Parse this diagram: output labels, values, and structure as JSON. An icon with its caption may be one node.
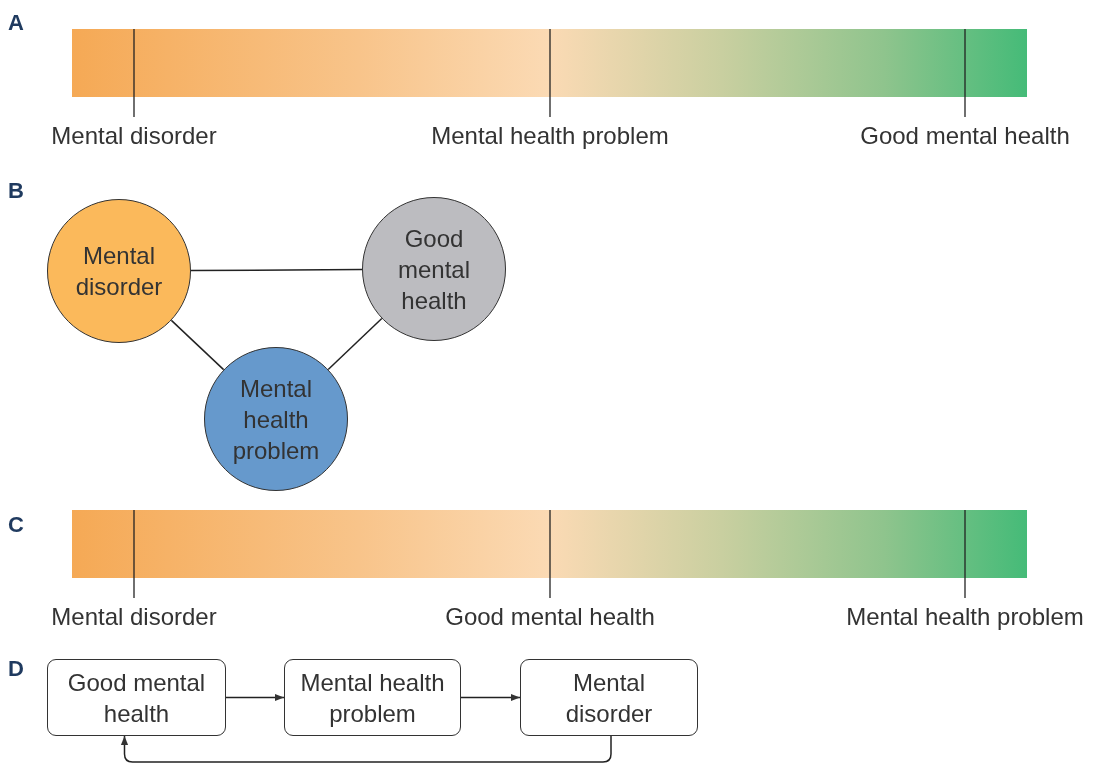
{
  "diagram": {
    "nodes": [
      {
        "text": [],
        "shape": "bar"
      },
      {
        "text": [
          "Mental disorder"
        ]
      },
      {
        "text": [
          "Good mental health"
        ]
      },
      {
        "text": [
          "Mental health problem"
        ]
      },
      {
        "text": [],
        "shape": "bar"
      },
      {
        "text": [
          "Good mental health"
        ]
      },
      {
        "text": [
          "Mental health problem"
        ]
      },
      {
        "text": [
          "Mental disorder"
        ]
      }
    ],
    "edges": [
      {
        "from": 1,
        "to": 2,
        "arrow": "none"
      },
      {
        "from": 1,
        "to": 3,
        "arrow": "none"
      },
      {
        "from": 2,
        "to": 3,
        "arrow": "none"
      },
      {
        "from": 5,
        "to": 6,
        "arrow": "to"
      },
      {
        "from": 6,
        "to": 7,
        "arrow": "to"
      },
      {
        "from": 7,
        "to": 5,
        "arrow": "to"
      }
    ],
    "labels": [
      "A",
      "Mental disorder",
      "Mental health problem",
      "Good mental health",
      "B",
      "C",
      "Mental disorder",
      "Good mental health",
      "Mental health problem",
      "D"
    ]
  }
}
